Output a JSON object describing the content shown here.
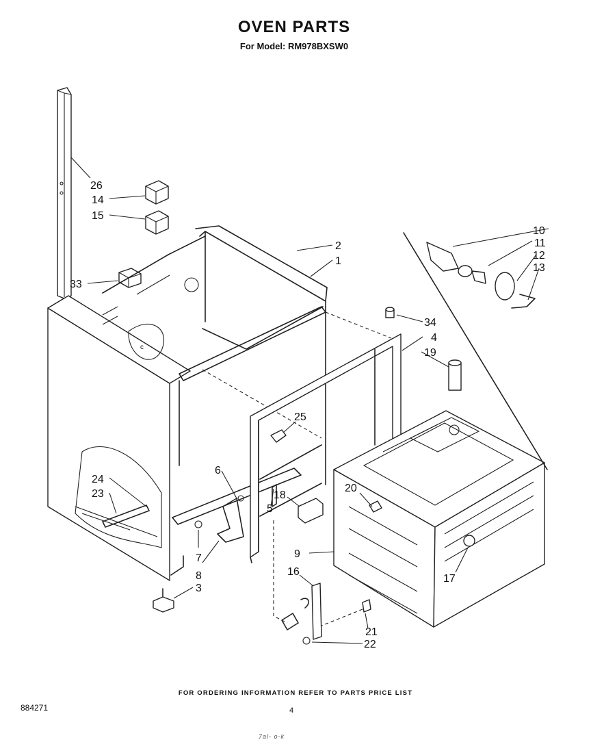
{
  "header": {
    "title": "OVEN PARTS",
    "subtitle": "For Model: RM978BXSW0"
  },
  "footer": {
    "ordering_note": "FOR ORDERING INFORMATION REFER TO PARTS PRICE LIST",
    "document_number": "884271",
    "page_number": "4",
    "handwritten_note": "7al- o-k"
  },
  "callouts": [
    "1",
    "2",
    "3",
    "4",
    "5",
    "6",
    "7",
    "8",
    "9",
    "10",
    "11",
    "12",
    "13",
    "14",
    "15",
    "16",
    "17",
    "18",
    "19",
    "20",
    "21",
    "22",
    "23",
    "24",
    "25",
    "26",
    "33",
    "34"
  ]
}
